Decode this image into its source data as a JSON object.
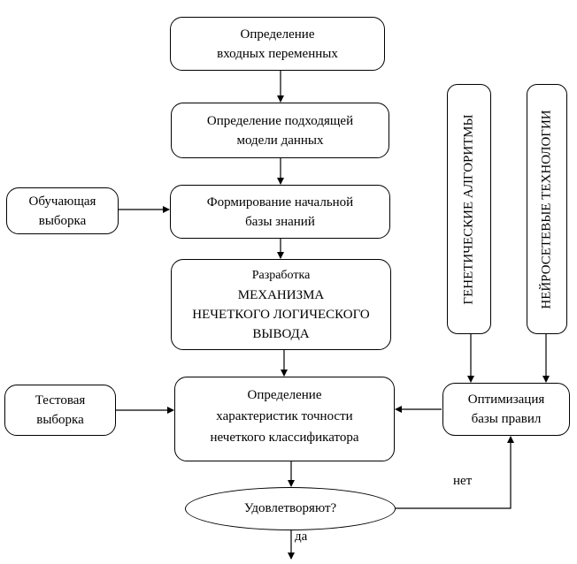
{
  "diagram": {
    "main_flow": [
      {
        "id": "define-inputs",
        "lines": [
          "Определение",
          "входных переменных"
        ]
      },
      {
        "id": "define-model",
        "lines": [
          "Определение подходящей",
          "модели данных"
        ]
      },
      {
        "id": "form-kb",
        "lines": [
          "Формирование начальной",
          "базы знаний"
        ]
      },
      {
        "id": "develop-inference",
        "lines": [
          "Разработка",
          "МЕХАНИЗМА",
          "НЕЧЕТКОГО ЛОГИЧЕСКОГО",
          "ВЫВОДА"
        ]
      },
      {
        "id": "accuracy",
        "lines": [
          "Определение",
          "характеристик точности",
          "нечеткого классификатора"
        ]
      }
    ],
    "training_sample": {
      "lines": [
        "Обучающая",
        "выборка"
      ]
    },
    "test_sample": {
      "lines": [
        "Тестовая",
        "выборка"
      ]
    },
    "genetic": {
      "text": "ГЕНЕТИЧЕСКИЕ АЛГОРИТМЫ"
    },
    "neuro": {
      "text": "НЕЙРОСЕТЕВЫЕ ТЕХНОЛОГИИ"
    },
    "optimization": {
      "lines": [
        "Оптимизация",
        "базы правил"
      ]
    },
    "decision": {
      "text": "Удовлетворяют?"
    },
    "edge_labels": {
      "no": "нет",
      "yes": "да"
    }
  }
}
